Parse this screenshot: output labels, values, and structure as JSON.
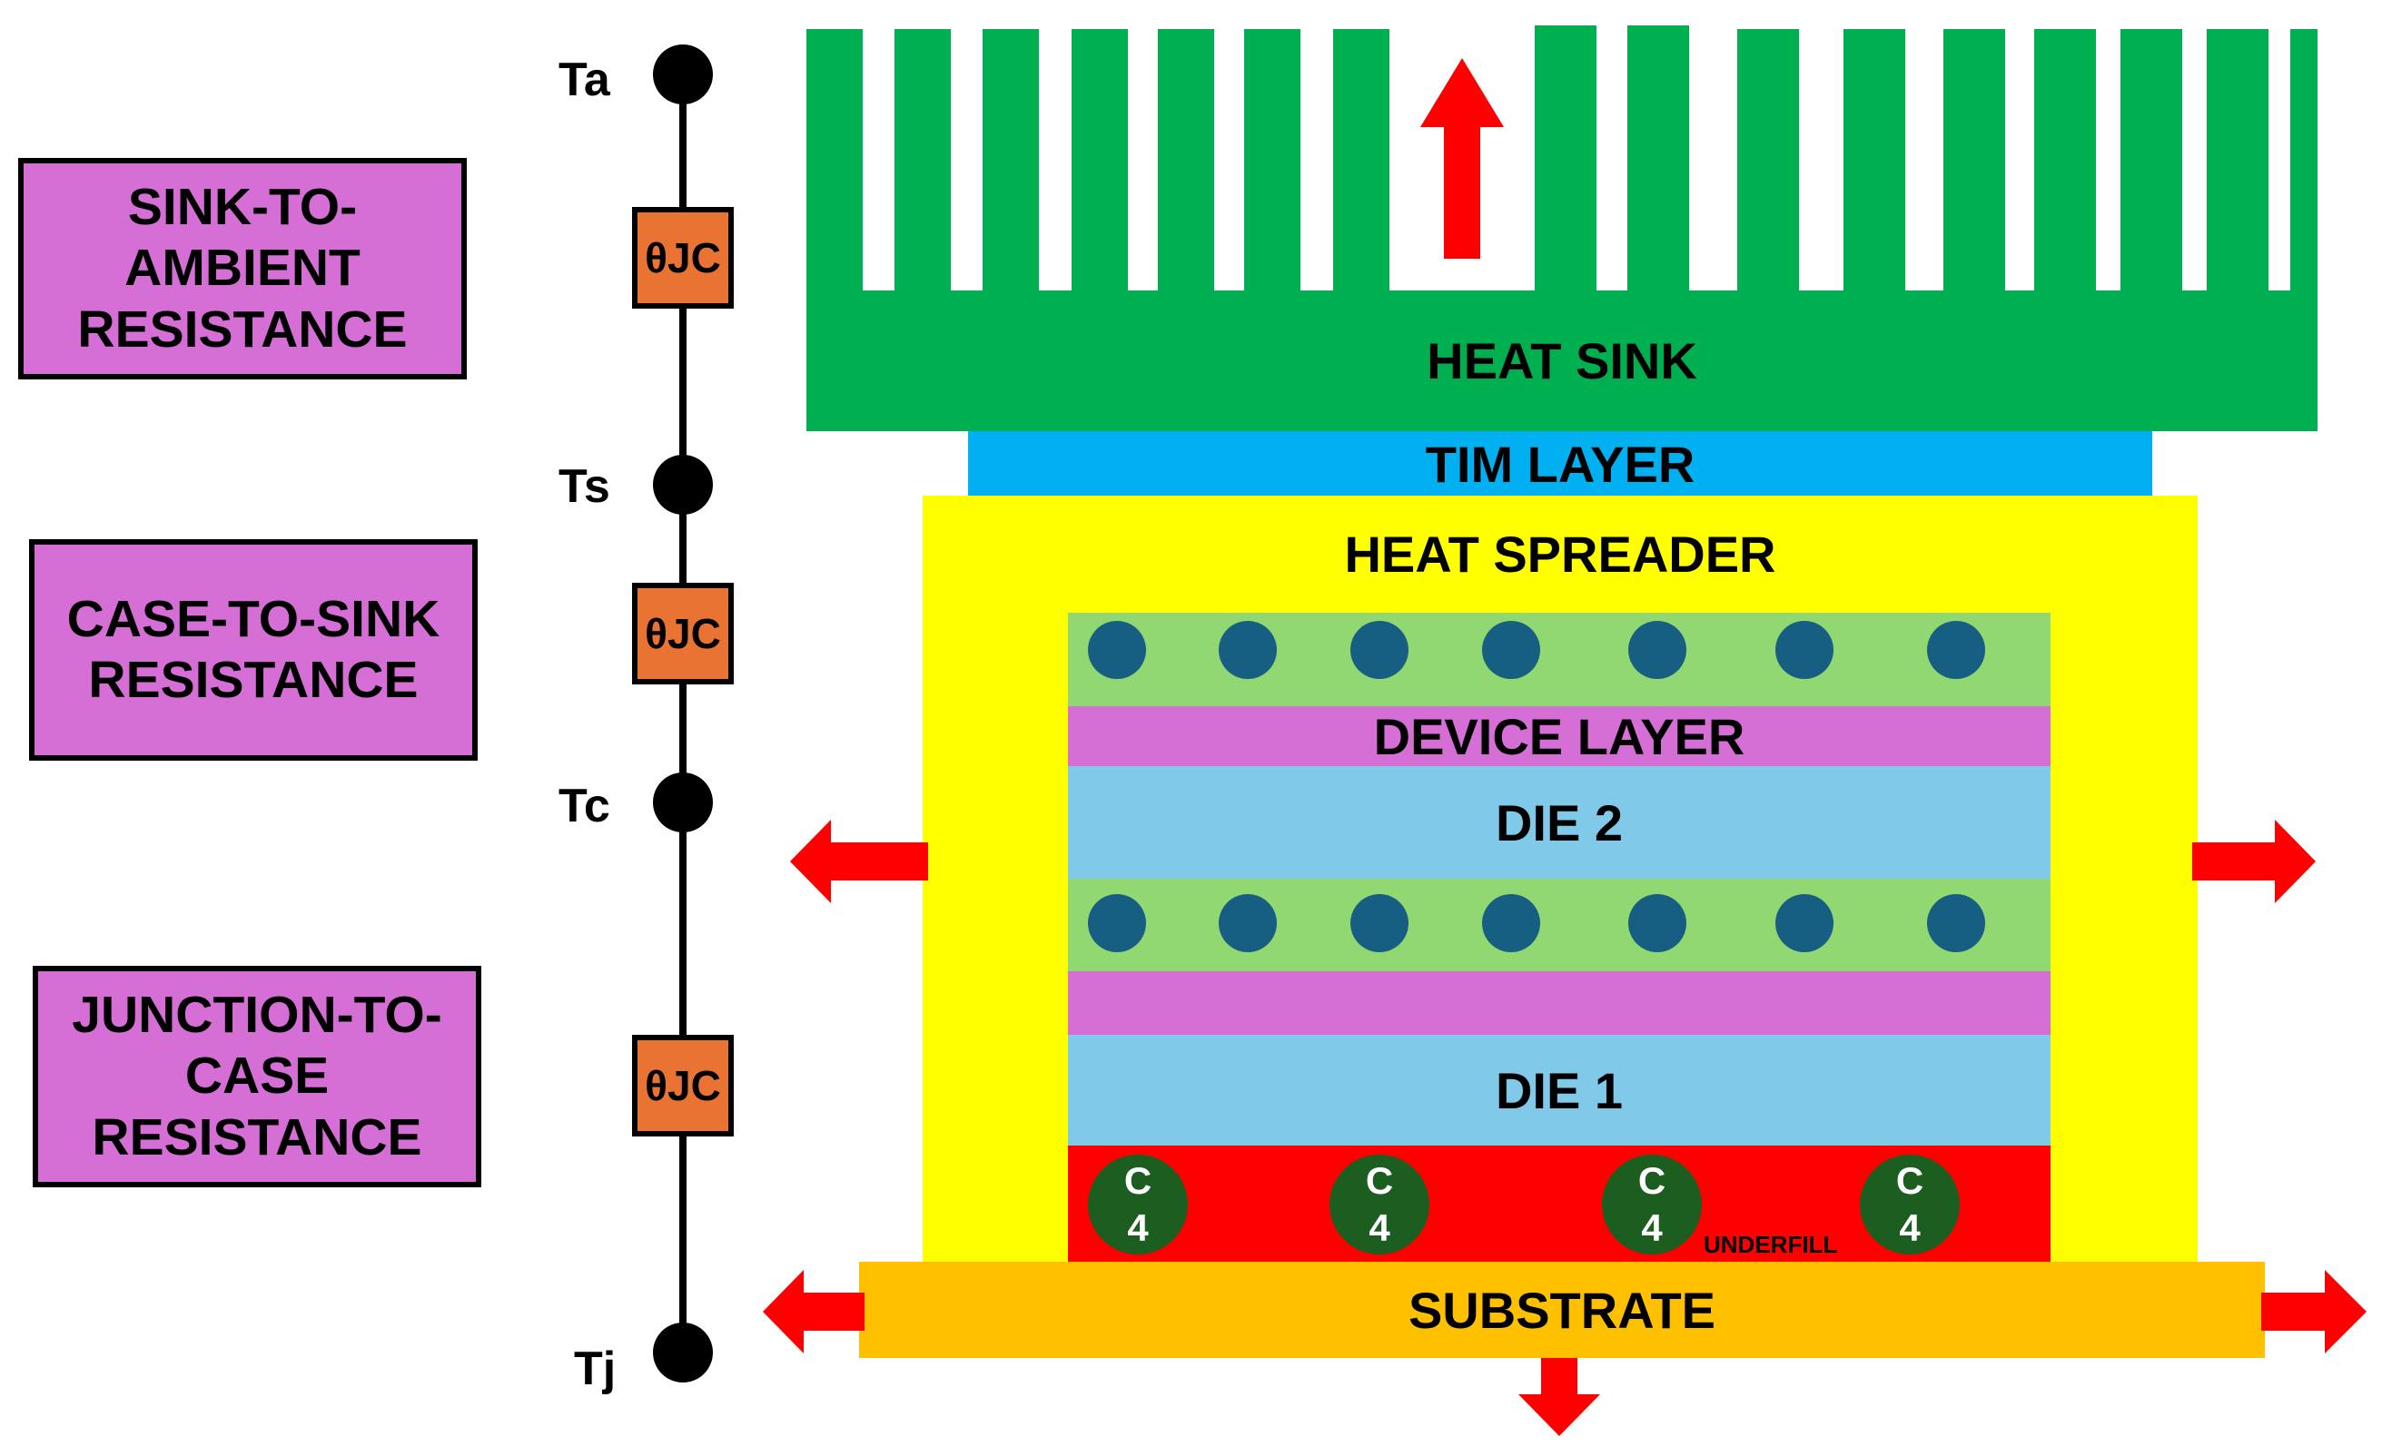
{
  "resistance_labels": {
    "sink_to_ambient": "SINK-TO-\nAMBIENT\nRESISTANCE",
    "case_to_sink": "CASE-TO-SINK\nRESISTANCE",
    "junction_to_case": "JUNCTION-TO-\nCASE\nRESISTANCE"
  },
  "nodes": {
    "ta": "Ta",
    "ts": "Ts",
    "tc": "Tc",
    "tj": "Tj"
  },
  "resistors": {
    "r1": "θJC",
    "r2": "θJC",
    "r3": "θJC"
  },
  "layers": {
    "heat_sink": "HEAT SINK",
    "tim_layer": "TIM LAYER",
    "heat_spreader": "HEAT SPREADER",
    "device_layer": "DEVICE LAYER",
    "die2": "DIE 2",
    "die1": "DIE 1",
    "underfill": "UNDERFILL",
    "substrate": "SUBSTRATE"
  },
  "c4_bump": {
    "top": "C",
    "bottom": "4"
  },
  "colors": {
    "heat_sink": "#00b050",
    "tim_layer": "#00b0f0",
    "heat_spreader": "#ffff00",
    "bump_layer": "#92d872",
    "device_layer": "#d56fd5",
    "die": "#80c9e8",
    "underfill": "#ff0000",
    "substrate": "#ffc000",
    "resistor": "#e87332",
    "label_box": "#d56fd5",
    "arrow": "#ff0000"
  }
}
